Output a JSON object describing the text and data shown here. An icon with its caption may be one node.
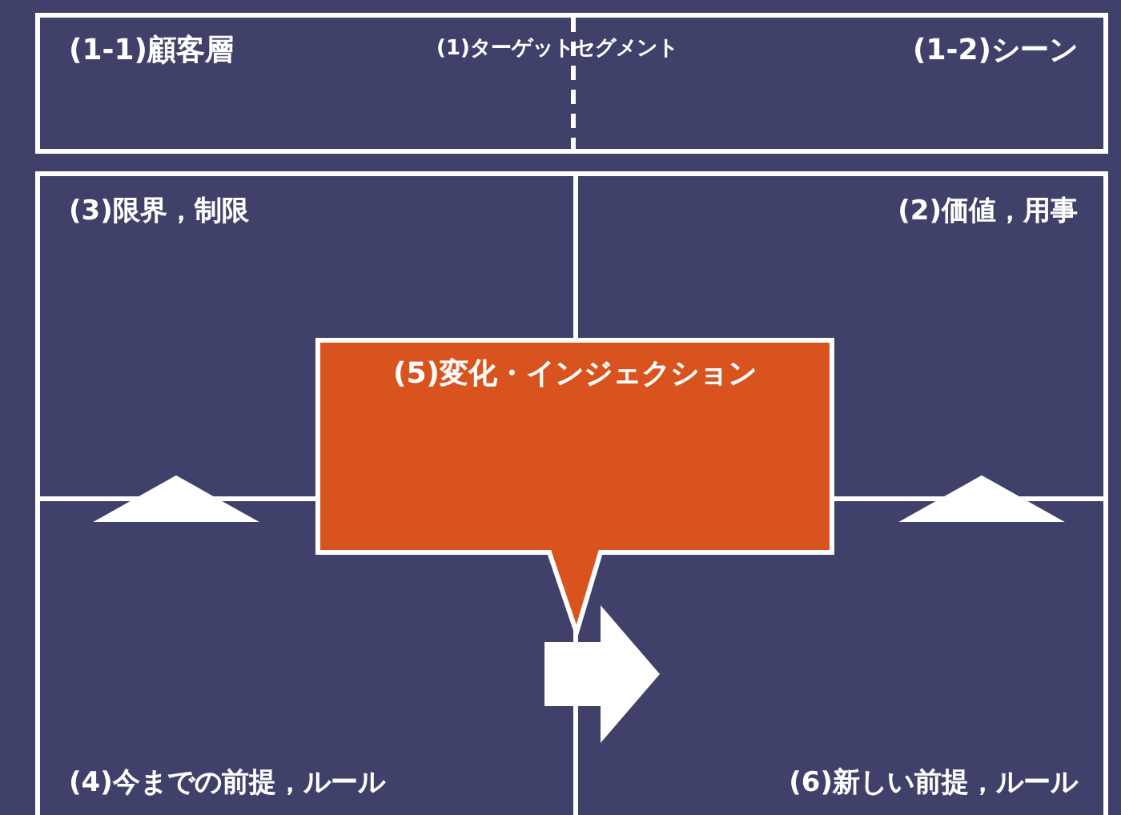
{
  "diagram": {
    "nodes": [
      {
        "text": [
          "(1)ターゲットセグメント"
        ]
      },
      {
        "text": [
          "(1-1)顧客層"
        ],
        "in": 0
      },
      {
        "text": [
          "(1-2)シーン"
        ],
        "in": 0
      },
      {
        "text": [
          "(3)限界，制限"
        ]
      },
      {
        "text": [
          "(2)価値，用事"
        ]
      },
      {
        "text": [
          "(5)変化・インジェクション"
        ]
      },
      {
        "text": [
          "(4)今までの前提，ルール"
        ]
      },
      {
        "text": [
          "(6)新しい前提，ルール"
        ]
      }
    ],
    "edges": [
      {
        "from": 6,
        "to": 3,
        "arrow": "to"
      },
      {
        "from": 7,
        "to": 4,
        "arrow": "to"
      },
      {
        "from": 6,
        "to": 7,
        "arrow": "to",
        "style": "thick"
      }
    ]
  }
}
